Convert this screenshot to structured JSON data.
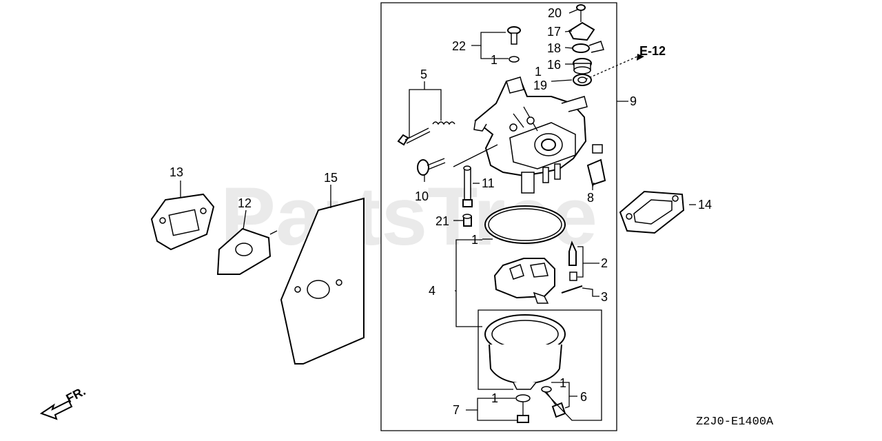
{
  "watermark": "PartsTree",
  "reference_label": "E-12",
  "direction_label": "FR.",
  "diagram_code": "Z2J0-E1400A",
  "callouts": {
    "c1a": "1",
    "c1b": "1",
    "c1c": "1",
    "c1d": "1",
    "c1e": "1",
    "c2": "2",
    "c3": "3",
    "c4": "4",
    "c5": "5",
    "c6": "6",
    "c7": "7",
    "c8": "8",
    "c9": "9",
    "c10": "10",
    "c11": "11",
    "c12": "12",
    "c13": "13",
    "c14": "14",
    "c15": "15",
    "c16": "16",
    "c17": "17",
    "c18": "18",
    "c19": "19",
    "c20": "20",
    "c21": "21",
    "c22": "22"
  }
}
